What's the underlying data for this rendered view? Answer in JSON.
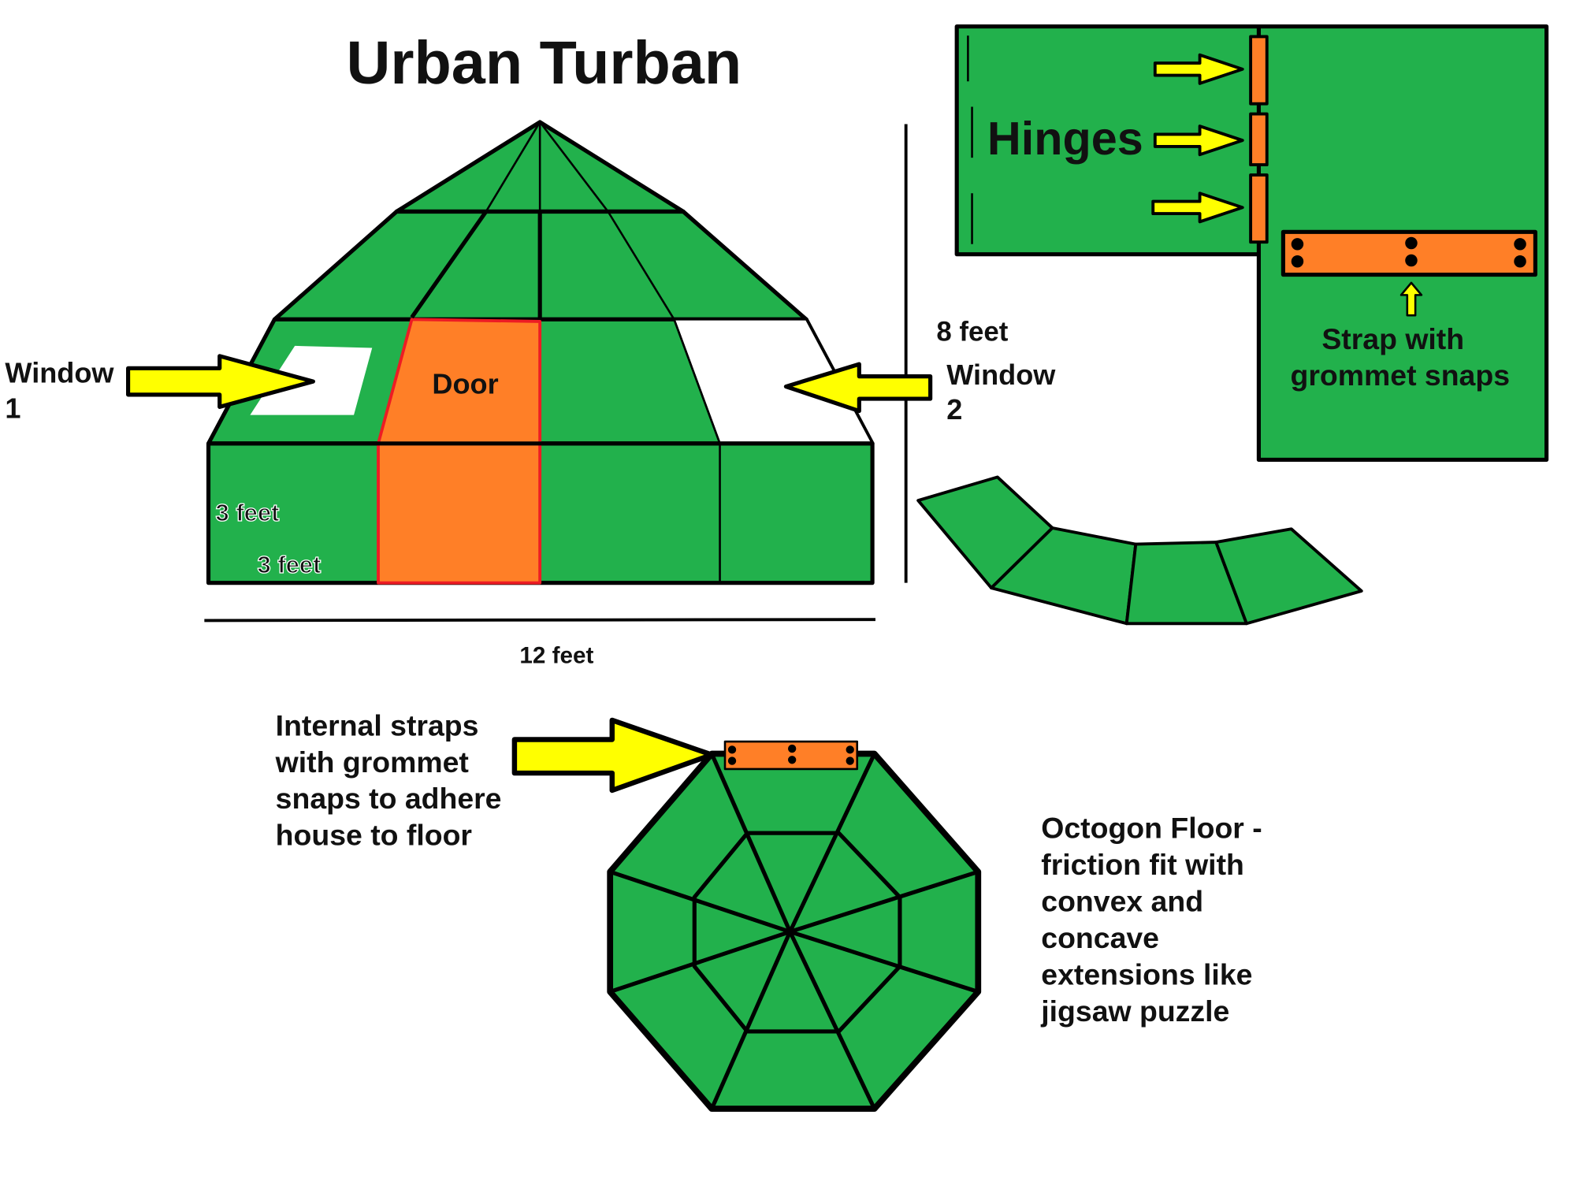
{
  "title": "Urban Turban",
  "labels": {
    "door": "Door",
    "window1": [
      "Window",
      "1"
    ],
    "window2": [
      "Window",
      "2"
    ],
    "height_8": "8 feet",
    "wall_3a": "3 feet",
    "wall_3b": "3 feet",
    "width_12": "12 feet",
    "hinges": "Hinges",
    "strap": [
      "Strap with",
      "grommet snaps"
    ],
    "internal_straps": [
      "Internal straps",
      "with grommet",
      "snaps to adhere",
      "house to floor"
    ],
    "octagon": [
      "Octogon Floor -",
      "friction fit with",
      "convex and",
      "concave",
      "extensions like",
      "jigsaw puzzle"
    ]
  },
  "colors": {
    "green": "#22b14c",
    "orange": "#ff7f27",
    "yellow": "#ffff00",
    "red": "#ed1c24",
    "outline": "#000000"
  }
}
